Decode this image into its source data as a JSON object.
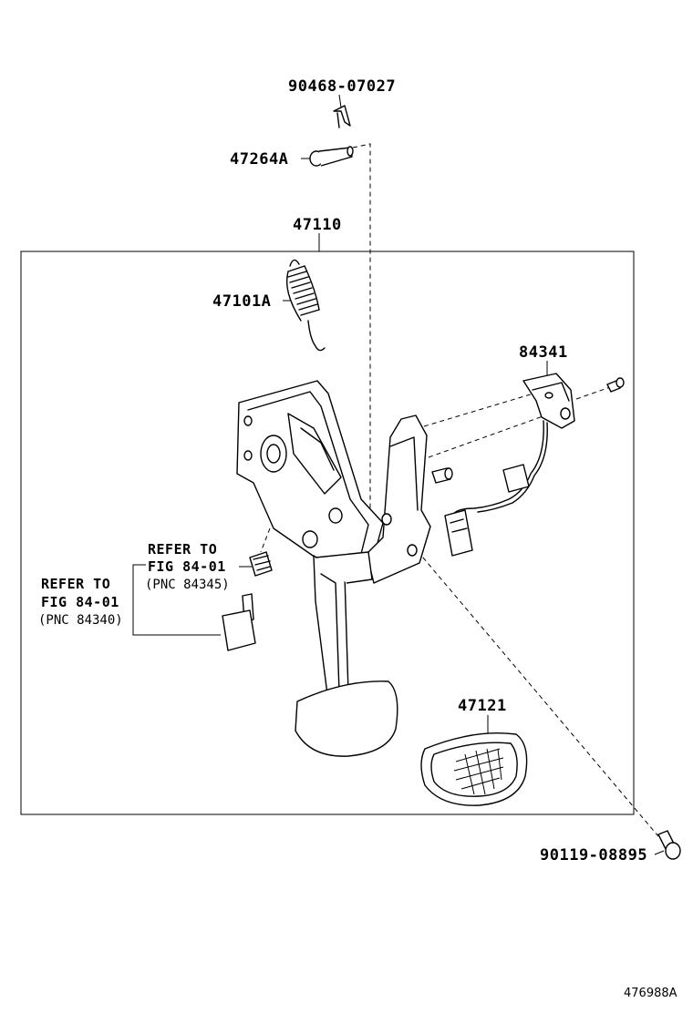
{
  "parts": {
    "retaining_clip": "90468-07027",
    "pivot_bolt": "47264A",
    "pedal_assembly": "47110",
    "return_spring": "47101A",
    "stop_lamp_sensor": "84341",
    "pedal_pad": "47121",
    "mounting_bolt": "90119-08895"
  },
  "references": {
    "upper": {
      "line1": "REFER TO",
      "line2": "FIG 84-01",
      "line3": "(PNC 84345)"
    },
    "lower": {
      "line1": "REFER TO",
      "line2": "FIG 84-01",
      "line3": "(PNC 84340)"
    }
  },
  "illustration_id": "476988A"
}
